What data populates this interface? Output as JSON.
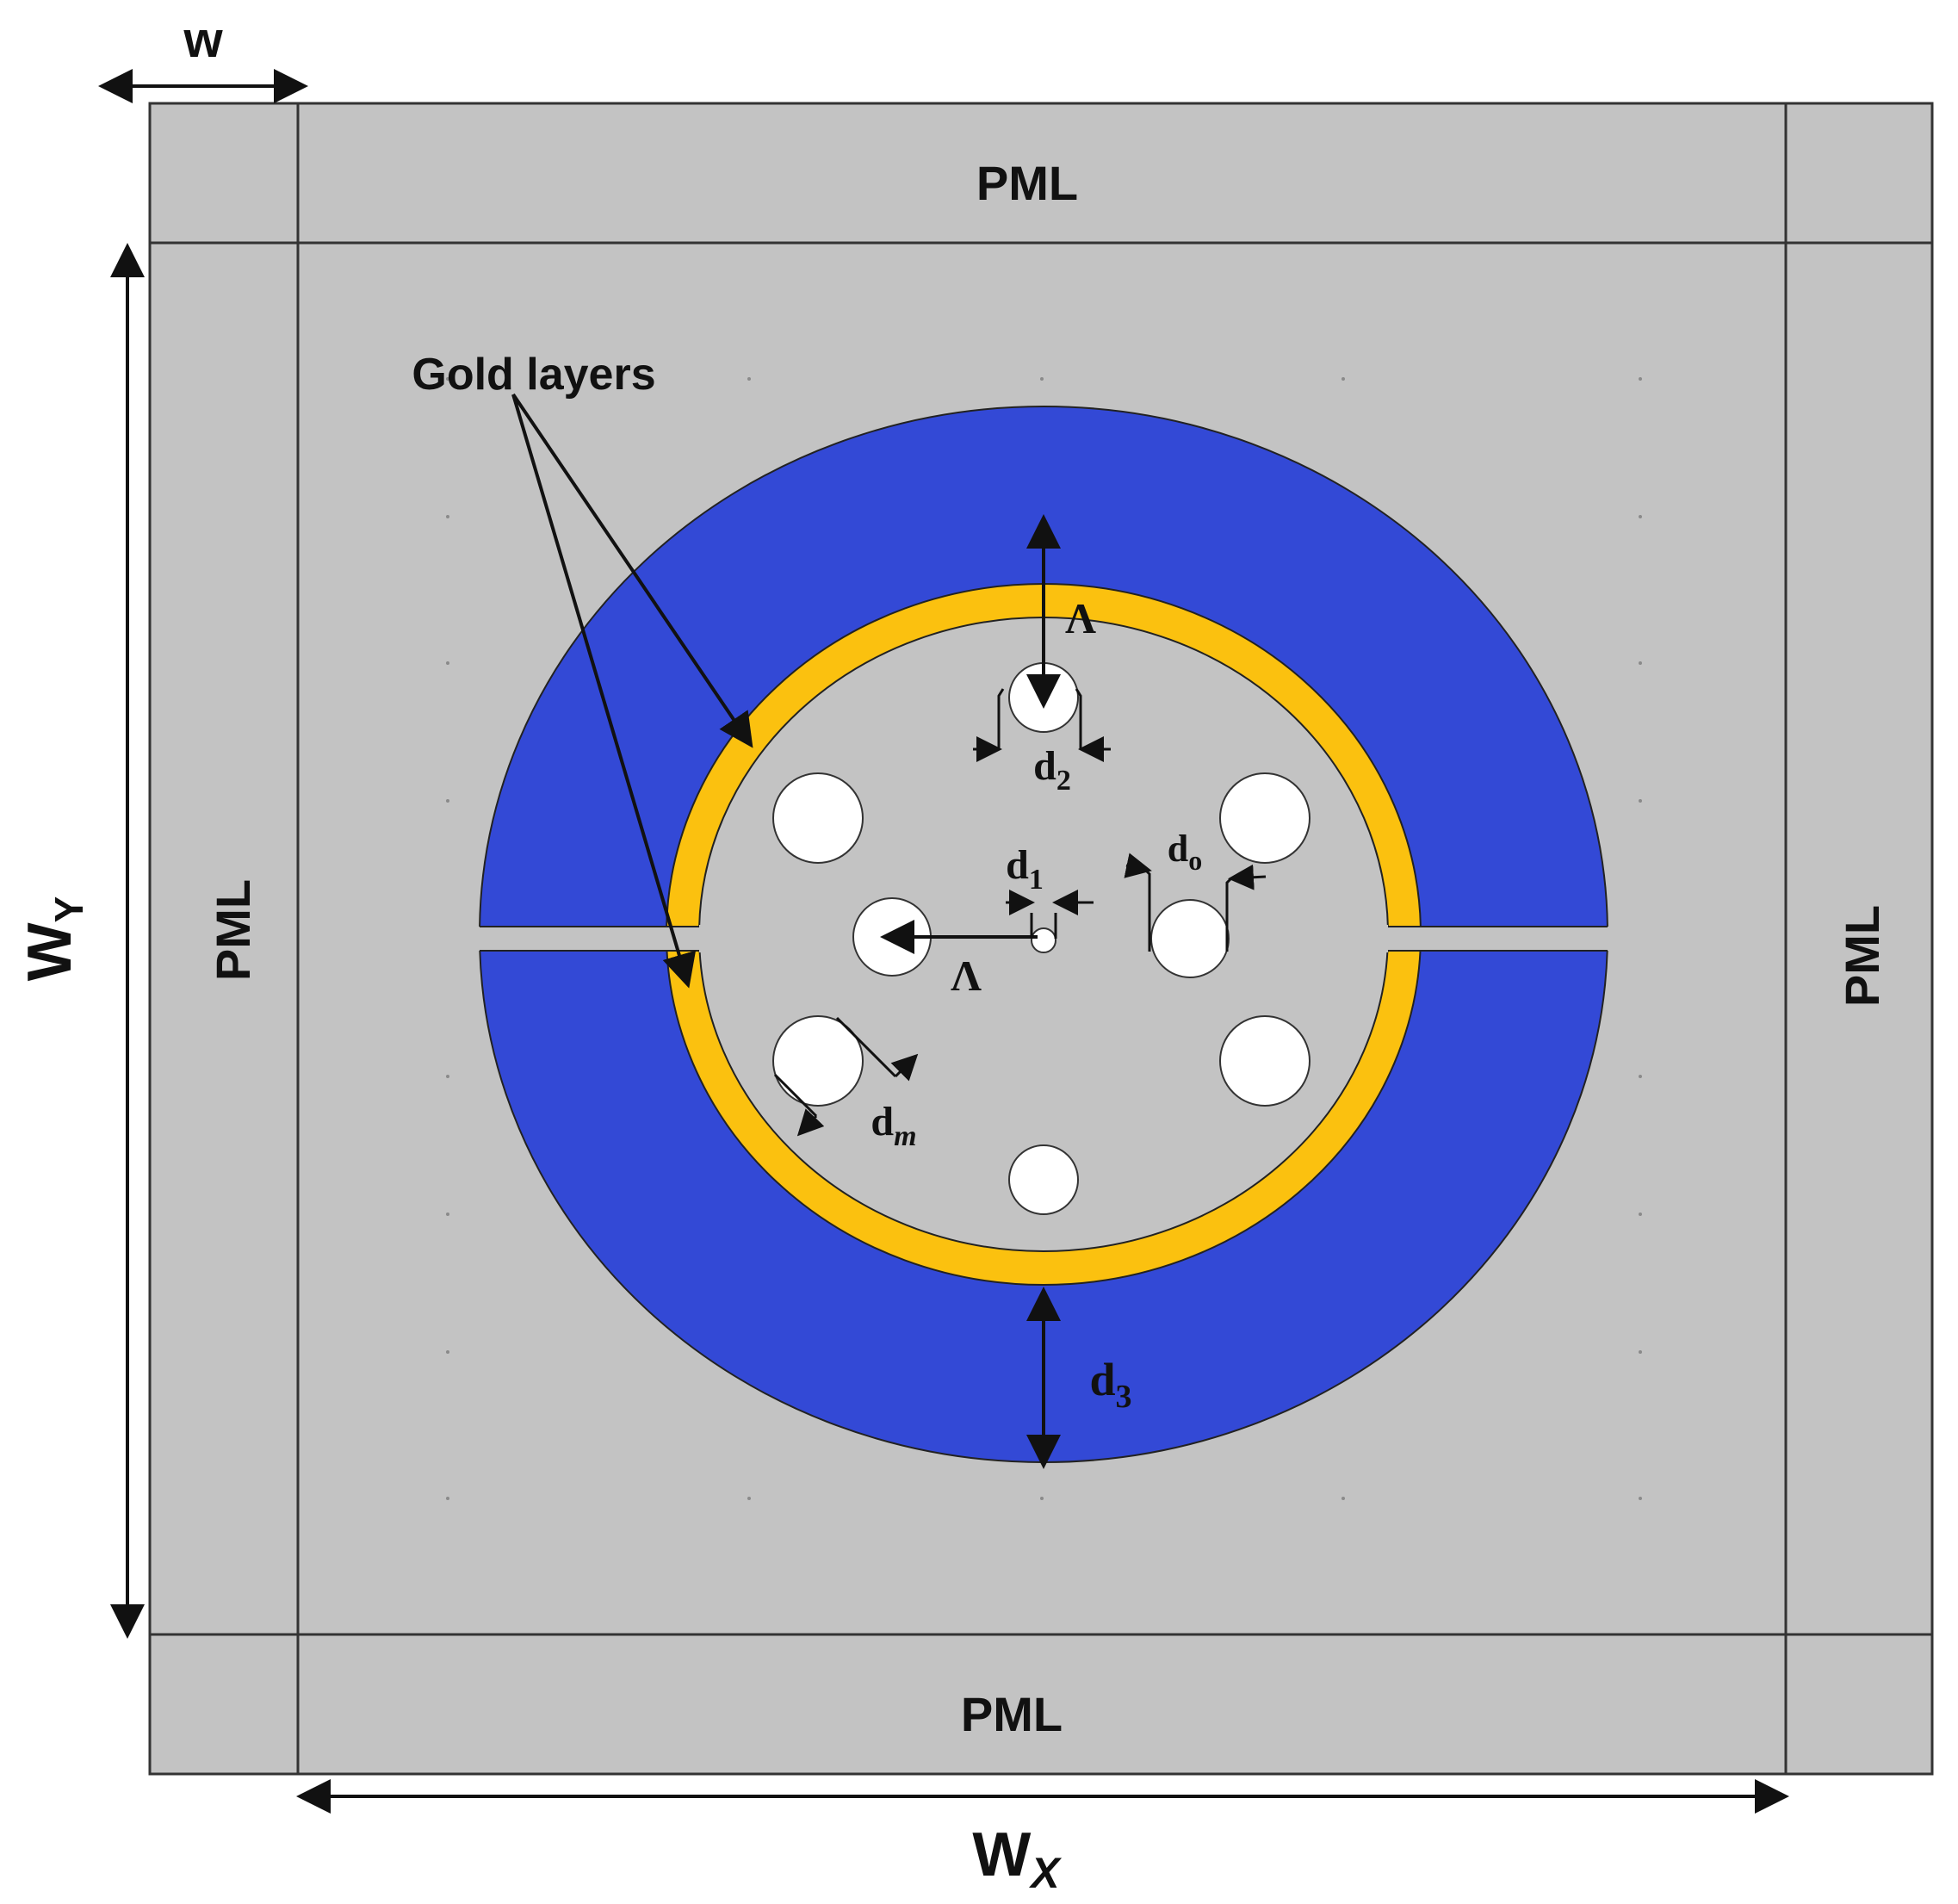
{
  "labels": {
    "w": "w",
    "pml_top": "PML",
    "pml_bottom": "PML",
    "pml_left": "PML",
    "pml_right": "PML",
    "wy_main": "W",
    "wy_sub": "Y",
    "wx_main": "W",
    "wx_sub": "X",
    "gold_layers": "Gold layers",
    "lambda_top": "Λ",
    "lambda_center": "Λ",
    "d2_main": "d",
    "d2_sub": "2",
    "d1_main": "d",
    "d1_sub": "1",
    "do_main": "d",
    "do_sub": "o",
    "dm_main": "d",
    "dm_sub": "m",
    "d3_main": "d",
    "d3_sub": "3"
  },
  "colors": {
    "background_gray": "#c3c3c3",
    "outer_ring_blue": "#3349d6",
    "gold_layer": "#fbc10f",
    "air_hole": "#ffffff",
    "lines": "#1a1a1a"
  }
}
